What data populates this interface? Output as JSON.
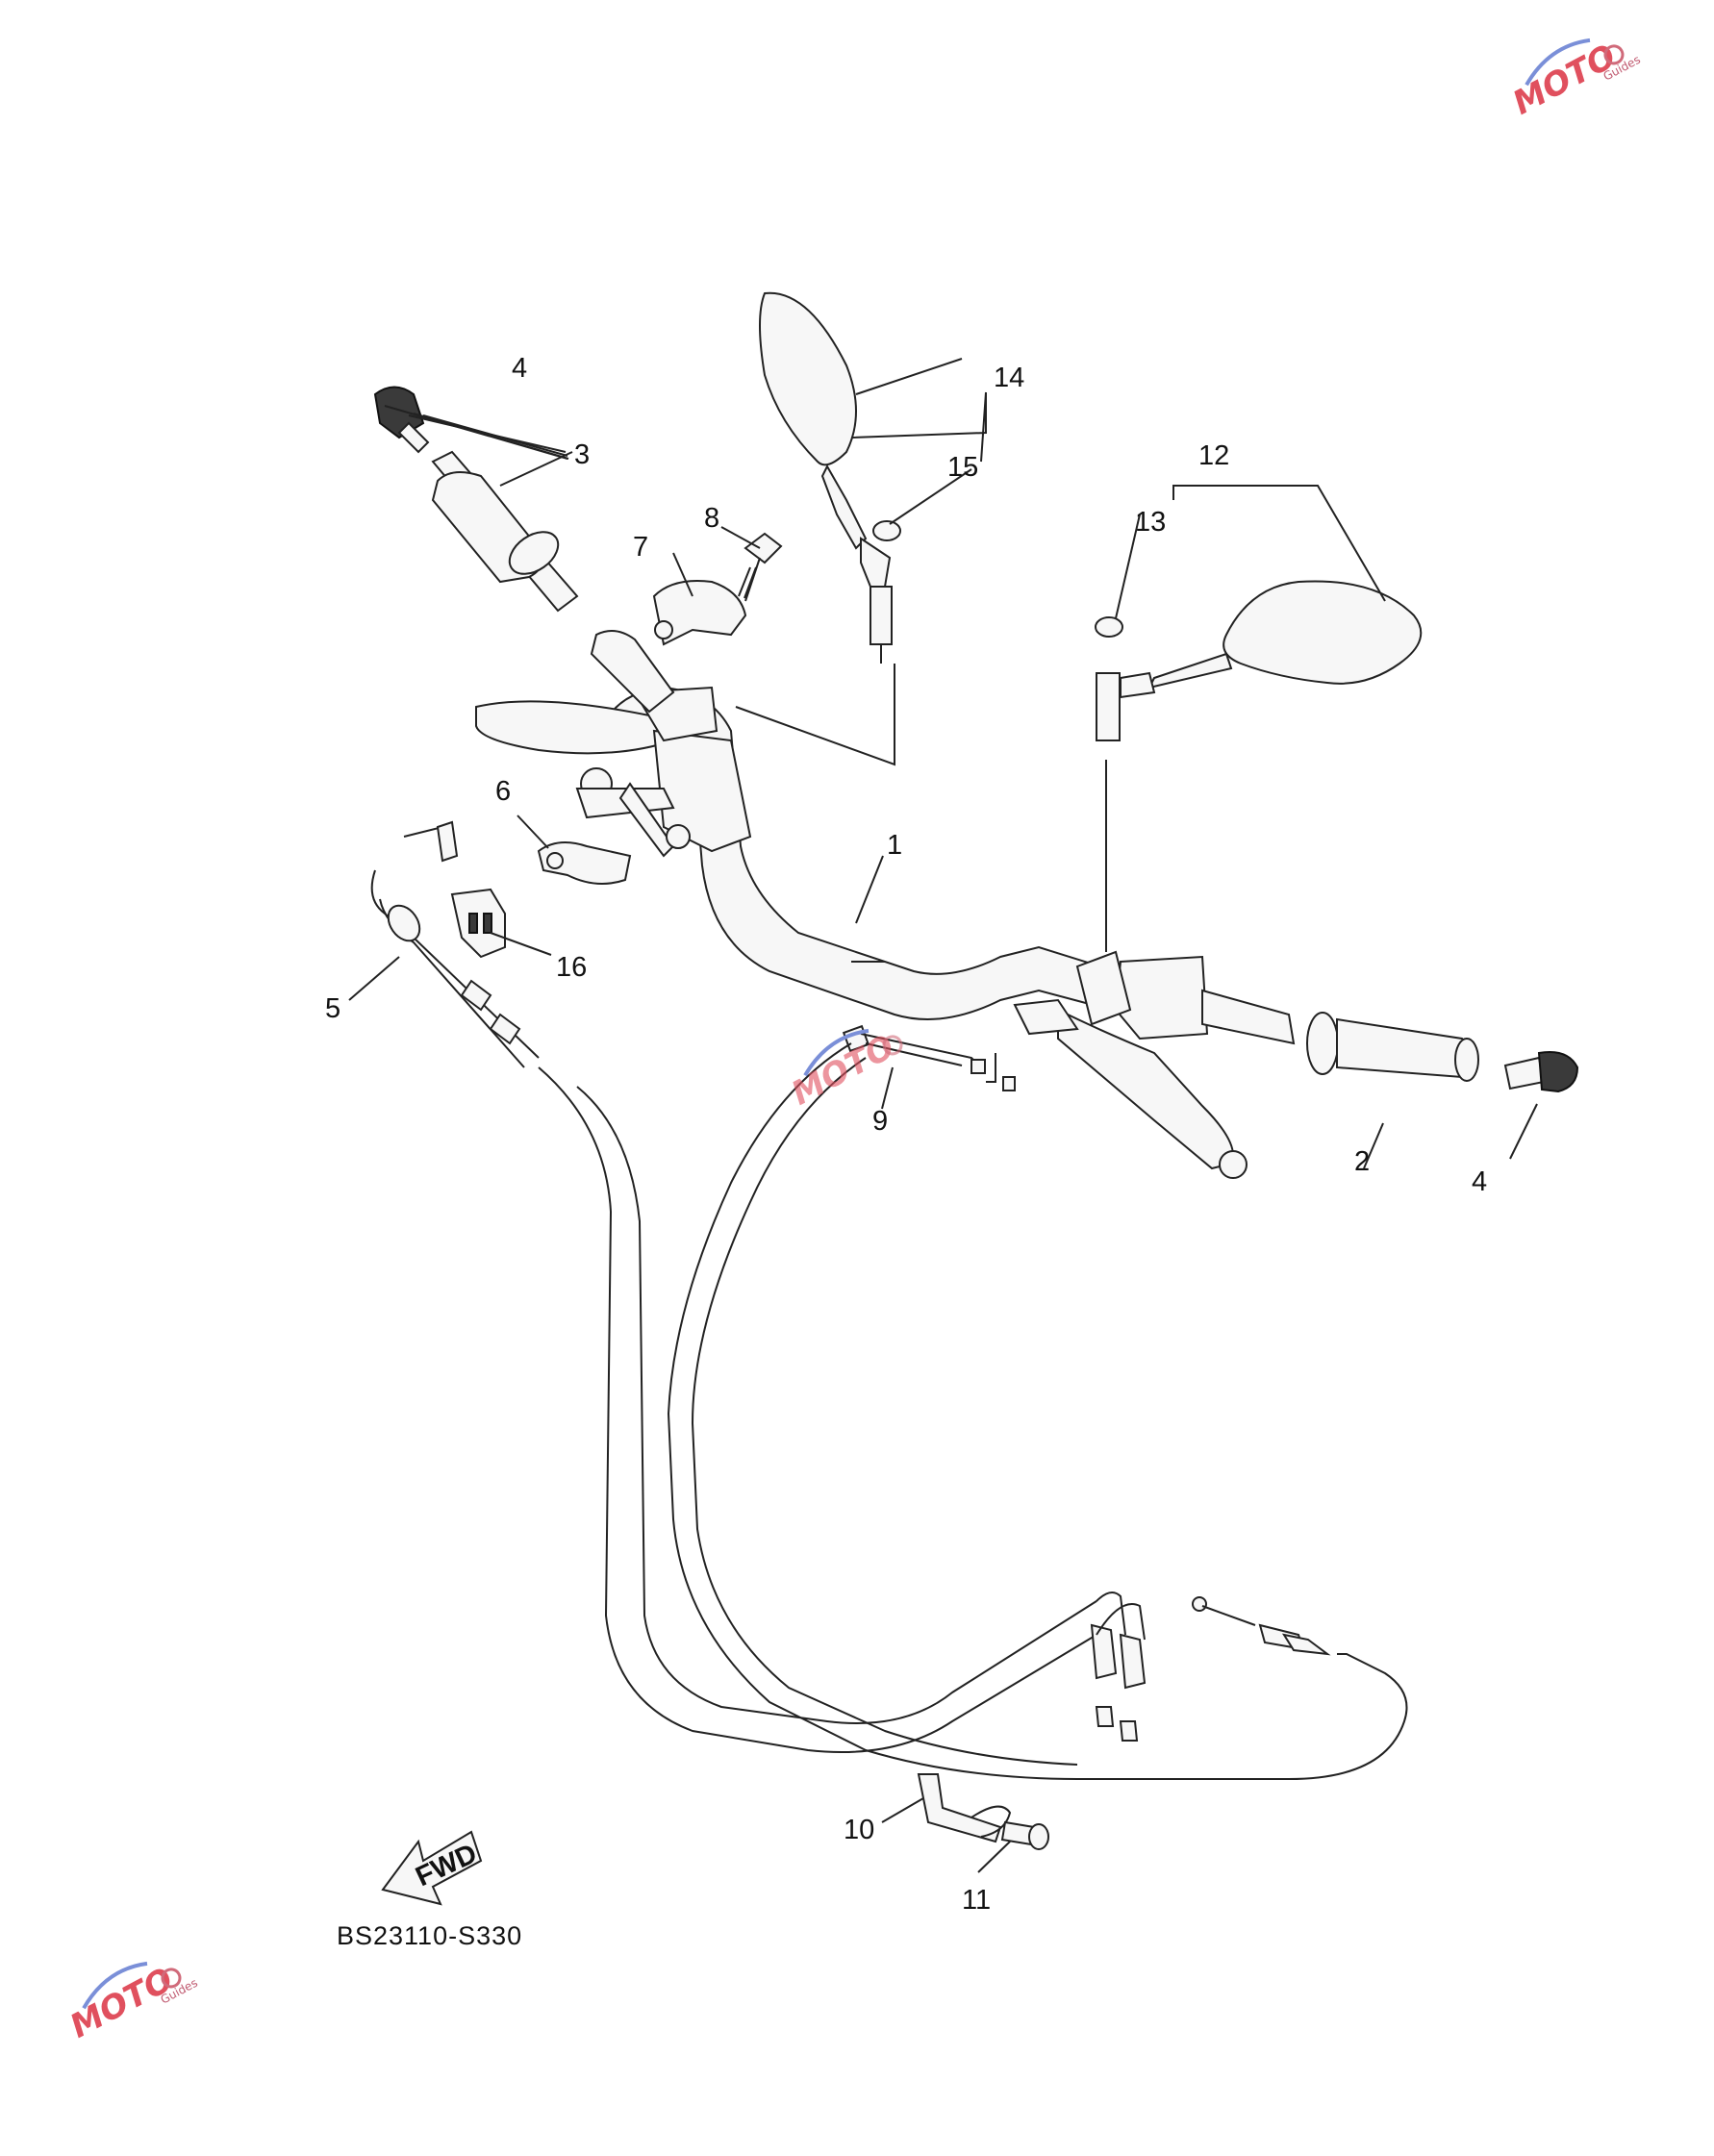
{
  "diagram": {
    "part_labels": [
      "1",
      "2",
      "3",
      "4",
      "4",
      "5",
      "6",
      "7",
      "8",
      "9",
      "10",
      "11",
      "12",
      "13",
      "14",
      "15",
      "16"
    ],
    "direction_arrow": "FWD",
    "figure_code": "BS23110-S330"
  },
  "watermark": {
    "text": "MOTO",
    "subtext": "Guides",
    "color": "#e0505e",
    "icon": "gear-car-logo"
  }
}
